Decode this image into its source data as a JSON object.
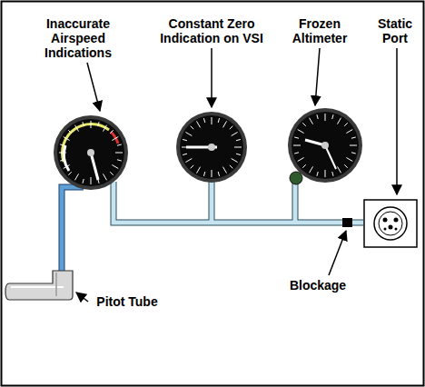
{
  "diagram": {
    "labels": [
      "Inaccurate Airspeed Indications",
      "Constant Zero Indication on VSI",
      "Frozen Altimeter",
      "Static Port",
      "Pitot Tube",
      "Blockage"
    ]
  }
}
